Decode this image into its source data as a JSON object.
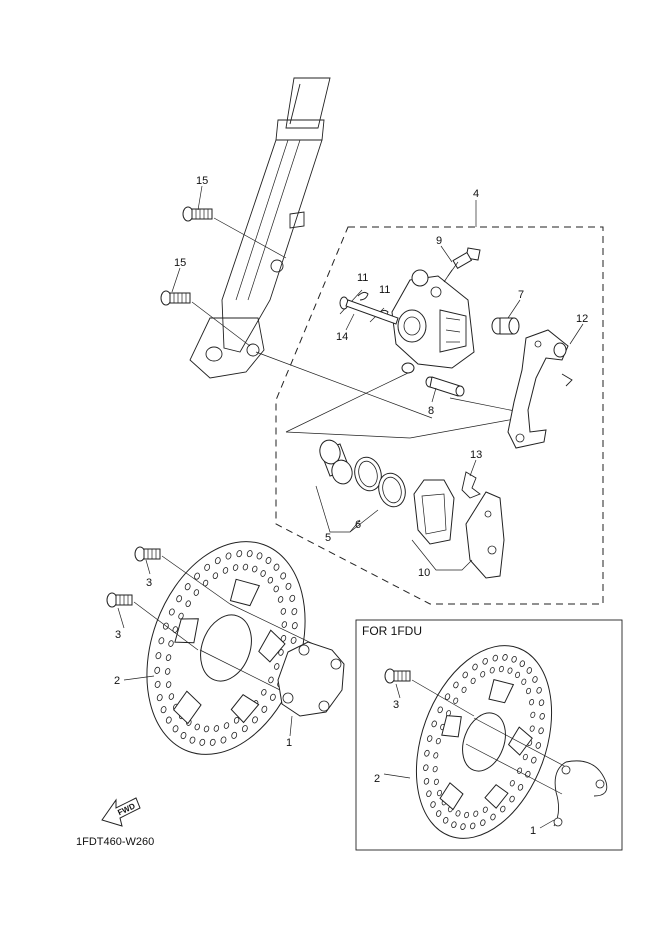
{
  "diagram": {
    "callouts": {
      "c15a": "15",
      "c15b": "15",
      "c4": "4",
      "c9": "9",
      "c11a": "11",
      "c11b": "11",
      "c7": "7",
      "c12": "12",
      "c14": "14",
      "c8": "8",
      "c13": "13",
      "c5": "5",
      "c6": "6",
      "c10": "10",
      "c3a": "3",
      "c3b": "3",
      "c2": "2",
      "c1": "1"
    },
    "inset": {
      "title": "FOR 1FDU",
      "callouts": {
        "c3": "3",
        "c2": "2",
        "c1": "1"
      }
    },
    "fwd_label": "FWD",
    "drawing_code": "1FDT460-W260"
  }
}
